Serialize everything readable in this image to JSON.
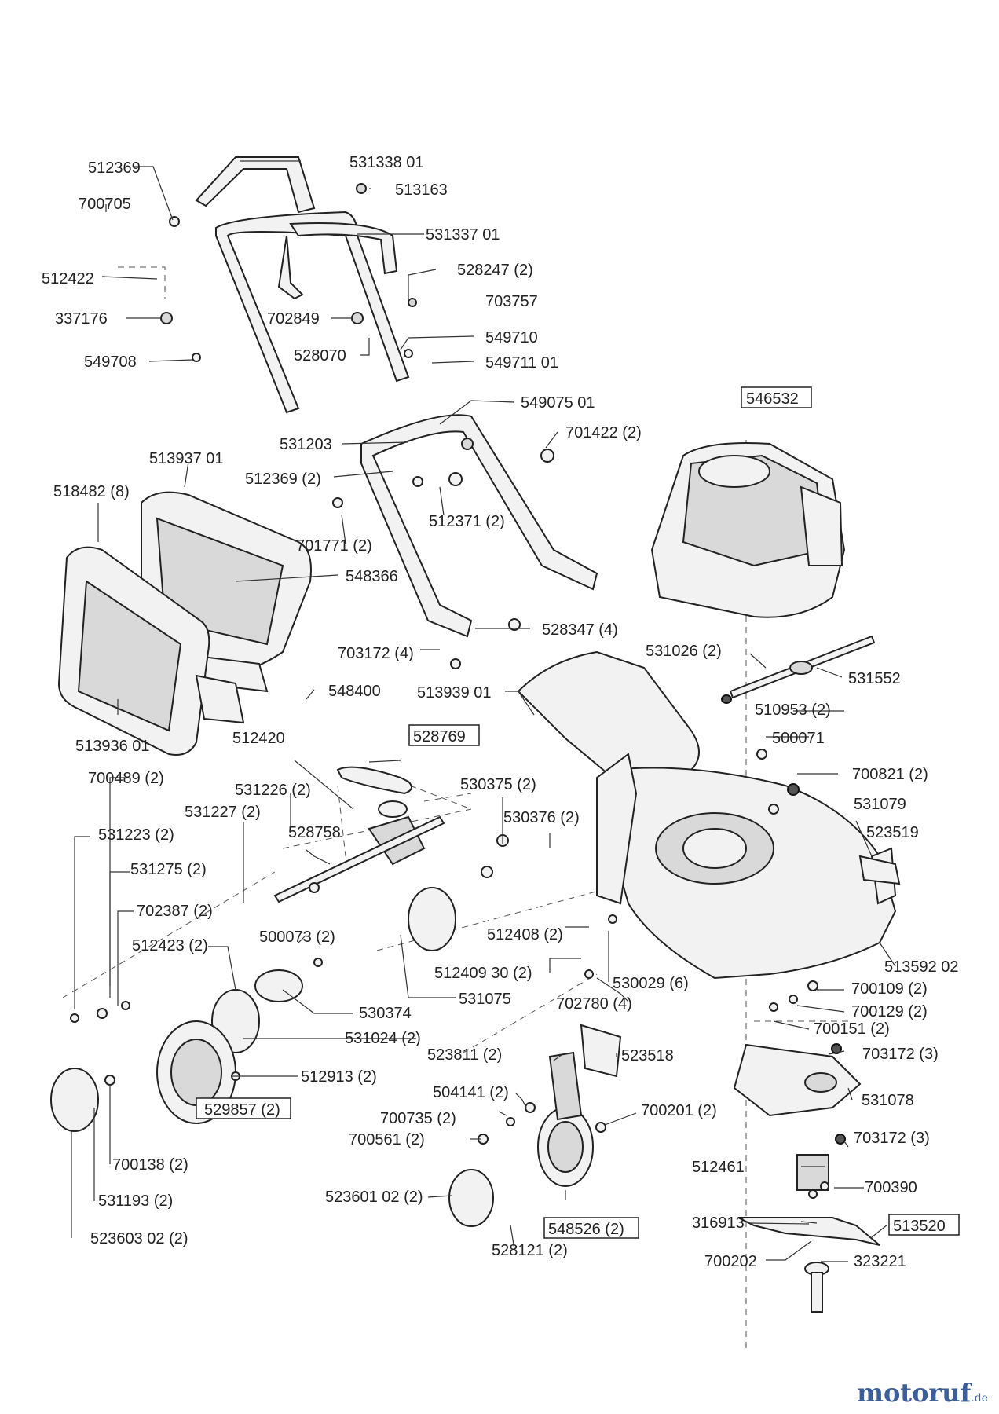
{
  "watermark": {
    "brand": "motoruf",
    "tld": ".de"
  },
  "labels": {
    "l512369a": "512369",
    "l531338": "531338 01",
    "l513163": "513163",
    "l700705": "700705",
    "l531337": "531337 01",
    "l528247": "528247 (2)",
    "l512422": "512422",
    "l703757": "703757",
    "l337176": "337176",
    "l702849": "702849",
    "l549710": "549710",
    "l528070": "528070",
    "l549708": "549708",
    "l549711": "549711 01",
    "l546532": "546532",
    "l549075": "549075 01",
    "l531203": "531203",
    "l701422": "701422 (2)",
    "l513937": "513937 01",
    "l512369b": "512369 (2)",
    "l518482": "518482 (8)",
    "l512371": "512371 (2)",
    "l701771": "701771 (2)",
    "l548366": "548366",
    "l528347": "528347 (4)",
    "l703172a": "703172 (4)",
    "l531026": "531026 (2)",
    "l531552": "531552",
    "l548400": "548400",
    "l513939": "513939 01",
    "l510953": "510953 (2)",
    "l513936": "513936 01",
    "l528769": "528769",
    "l512420": "512420",
    "l500071": "500071",
    "l700489": "700489 (2)",
    "l531226": "531226 (2)",
    "l530375": "530375 (2)",
    "l700821": "700821 (2)",
    "l531227": "531227 (2)",
    "l531079": "531079",
    "l530376": "530376 (2)",
    "l531223": "531223 (2)",
    "l528758": "528758",
    "l523519": "523519",
    "l531275": "531275 (2)",
    "l702387": "702387 (2)",
    "l512408": "512408 (2)",
    "l500073": "500073 (2)",
    "l512423": "512423 (2)",
    "l513592": "513592 02",
    "l512409": "512409 30 (2)",
    "l530029": "530029 (6)",
    "l700109": "700109 (2)",
    "l531075": "531075",
    "l702780": "702780 (4)",
    "l700129": "700129 (2)",
    "l530374": "530374",
    "l700151": "700151 (2)",
    "l531024": "531024 (2)",
    "l523811": "523811 (2)",
    "l523518": "523518",
    "l703172b": "703172 (3)",
    "l512913": "512913 (2)",
    "l504141": "504141 (2)",
    "l531078": "531078",
    "l529857": "529857 (2)",
    "l700735": "700735 (2)",
    "l700201": "700201 (2)",
    "l700561": "700561 (2)",
    "l703172c": "703172 (3)",
    "l700138": "700138 (2)",
    "l512461": "512461",
    "l700390": "700390",
    "l531193": "531193 (2)",
    "l523601": "523601 02 (2)",
    "l316913": "316913",
    "l513520": "513520",
    "l548526": "548526 (2)",
    "l523603": "523603 02 (2)",
    "l700202": "700202",
    "l323221": "323221",
    "l528121": "528121 (2)"
  }
}
